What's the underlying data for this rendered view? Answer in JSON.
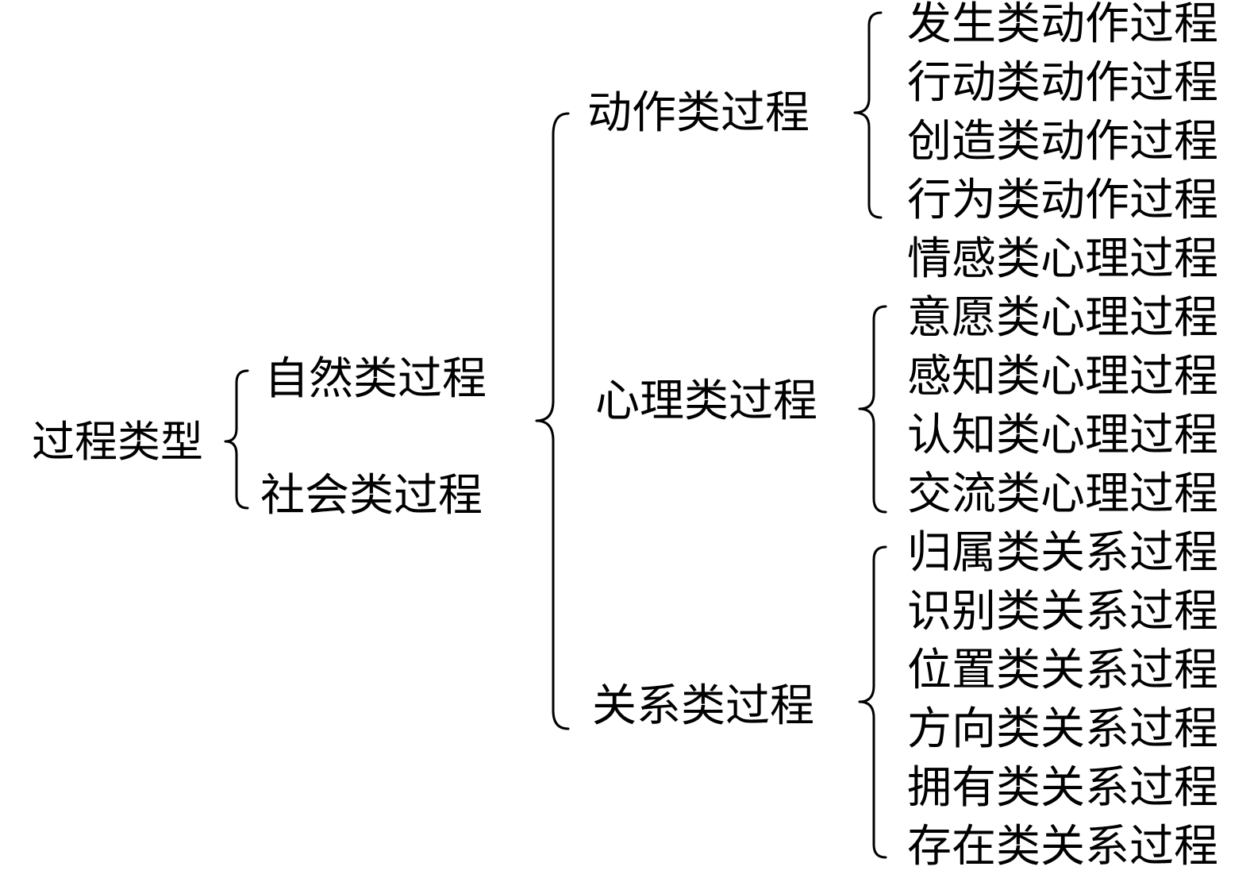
{
  "root": {
    "label": "过程类型"
  },
  "level1": [
    {
      "label": "自然类过程"
    },
    {
      "label": "社会类过程"
    }
  ],
  "level2": [
    {
      "label": "动作类过程"
    },
    {
      "label": "心理类过程"
    },
    {
      "label": "关系类过程"
    }
  ],
  "leaves": {
    "action": [
      "发生类动作过程",
      "行动类动作过程",
      "创造类动作过程",
      "行为类动作过程"
    ],
    "mental": [
      "情感类心理过程",
      "意愿类心理过程",
      "感知类心理过程",
      "认知类心理过程",
      "交流类心理过程"
    ],
    "relation": [
      "归属类关系过程",
      "识别类关系过程",
      "位置类关系过程",
      "方向类关系过程",
      "拥有类关系过程",
      "存在类关系过程"
    ]
  }
}
